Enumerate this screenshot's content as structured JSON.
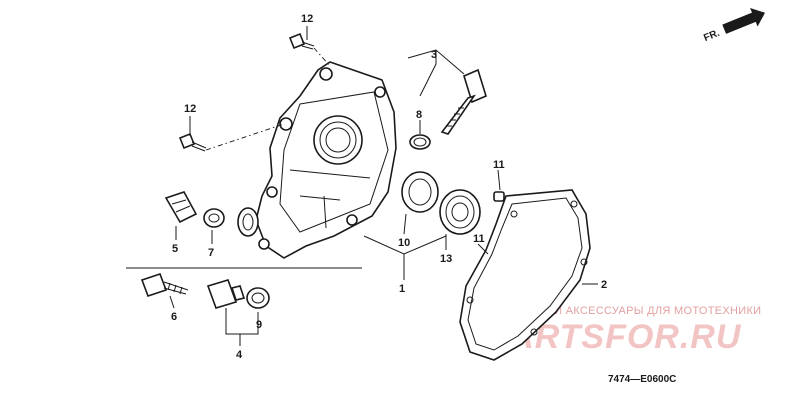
{
  "callouts": {
    "c12a": "12",
    "c12b": "12",
    "c3": "3",
    "c8": "8",
    "c11a": "11",
    "c11b": "11",
    "c5": "5",
    "c7": "7",
    "c10": "10",
    "c13": "13",
    "c2": "2",
    "c1": "1",
    "c6": "6",
    "c9": "9",
    "c4": "4"
  },
  "direction_label": "FR.",
  "diagram_code": "7474—E0600C",
  "watermark": {
    "tagline": "ЗАПЧАСТИ И АКСЕССУАРЫ ДЛЯ МОТОТЕХНИКИ",
    "logo": "PARTSFOR.RU"
  }
}
